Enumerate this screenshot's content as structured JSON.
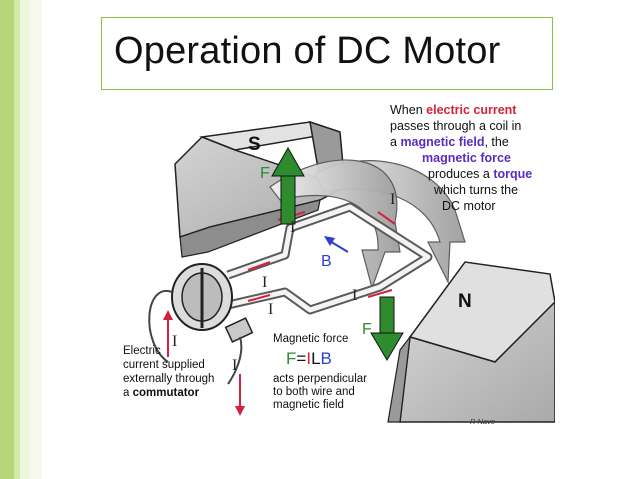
{
  "title": "Operation of DC Motor",
  "labels": {
    "pole_s": "S",
    "pole_n": "N",
    "force": "F",
    "current": "I",
    "field": "B"
  },
  "caption": {
    "line1_pre": "When ",
    "line1_em": "electric current",
    "line2": "passes through a  coil in",
    "line3_pre": "a ",
    "line3_em": "magnetic field",
    "line3_post": ", the",
    "line4": "magnetic force",
    "line5_pre": "produces a ",
    "line5_em": "torque",
    "line6": "which turns the",
    "line7": "DC motor"
  },
  "left_note": {
    "line1": "Electric",
    "line2": "current supplied",
    "line3": "externally through",
    "line4_pre": "a ",
    "line4_em": "commutator"
  },
  "formula_note": {
    "line1": "Magnetic force",
    "formula_f": "F",
    "formula_eq": "=",
    "formula_i": "I",
    "formula_l": "L",
    "formula_b": "B",
    "line3": "acts perpendicular",
    "line4": "to both wire and",
    "line5": "magnetic field"
  },
  "credit": "R Nave",
  "colors": {
    "accent_green": "#8cbf3f",
    "force_arrow": "#2e8b2e",
    "current_red": "#d4213d",
    "field_blue": "#2b3fd0",
    "magnet_gray": "#bfbfbf"
  }
}
